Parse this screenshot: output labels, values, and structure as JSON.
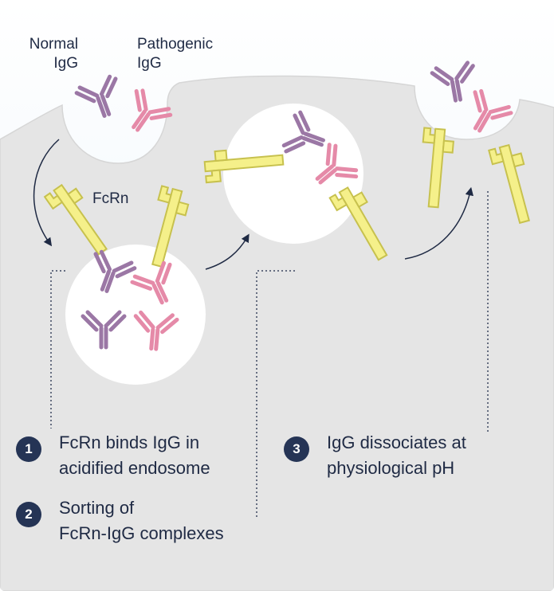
{
  "labels": {
    "normal_igg": [
      "Normal",
      "IgG"
    ],
    "pathogenic_igg": [
      "Pathogenic",
      "IgG"
    ],
    "fcrn": "FcRn"
  },
  "steps": [
    {
      "number": "1",
      "lines": [
        "FcRn binds IgG in",
        "acidified endosome"
      ]
    },
    {
      "number": "2",
      "lines": [
        "Sorting of",
        "FcRn-IgG complexes"
      ]
    },
    {
      "number": "3",
      "lines": [
        "IgG dissociates at",
        "physiological pH"
      ]
    }
  ],
  "icons": {
    "normal_igg": "y-shaped-antibody-icon",
    "pathogenic_igg": "y-shaped-antibody-icon",
    "fcrn": "fcrn-receptor-icon"
  },
  "colors": {
    "extracellular": "#e7f2fa",
    "cytoplasm": "#e5e5e5",
    "endosome": "#ffffff",
    "normal_igg": "#9b77a5",
    "pathogenic_igg": "#e58aa8",
    "fcrn": "#f5f08a",
    "fcrn_outline": "#c7c14e",
    "arrow": "#1f2a44",
    "step_badge": "#253455"
  }
}
